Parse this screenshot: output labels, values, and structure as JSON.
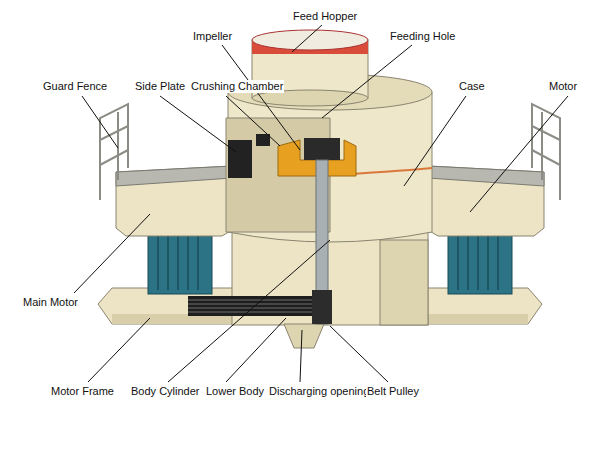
{
  "diagram": {
    "labels": [
      "Impeller",
      "Feed Hopper",
      "Feeding Hole",
      "Guard Fence",
      "Side Plate",
      "Crushing Chamber",
      "Case",
      "Motor",
      "Main Motor",
      "Motor Frame",
      "Body Cylinder",
      "Lower Body",
      "Discharging opening",
      "Belt Pulley"
    ]
  }
}
